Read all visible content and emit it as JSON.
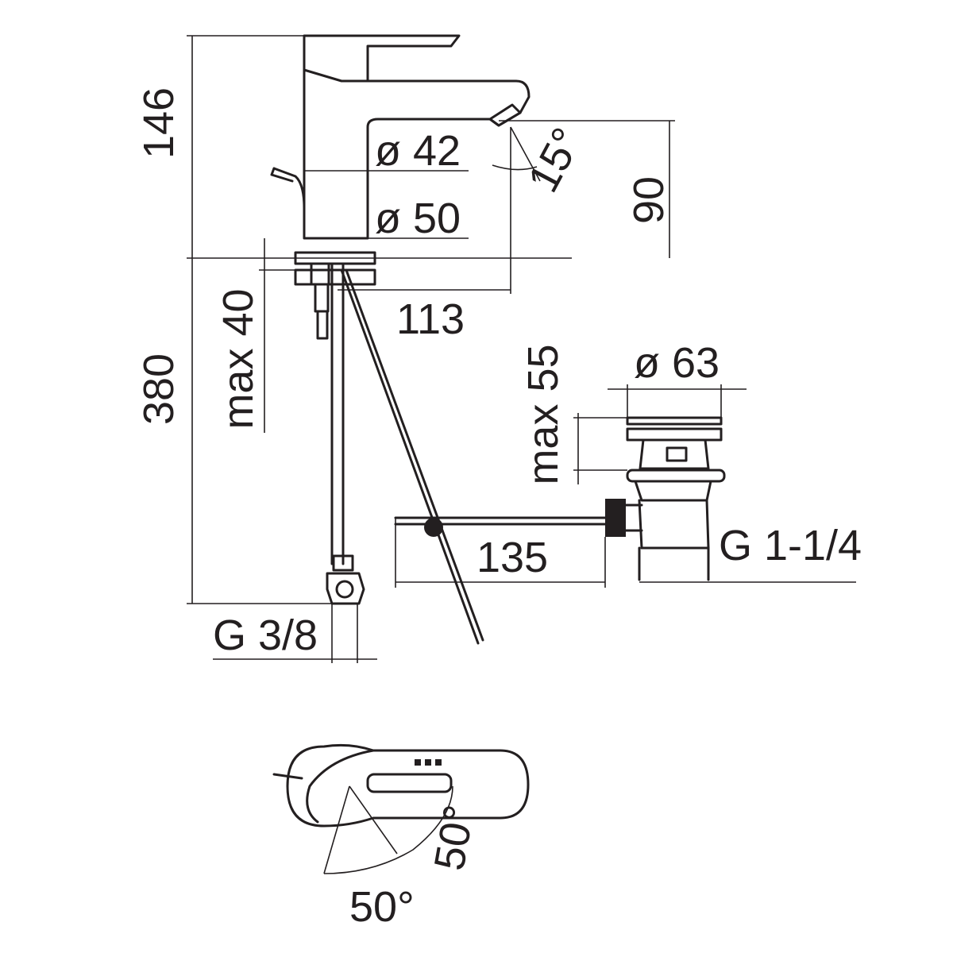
{
  "dimensions": {
    "height_146": "146",
    "dia_42": "ø 42",
    "dia_50": "ø 50",
    "angle_15": "15°",
    "height_90": "90",
    "reach_113": "113",
    "max_40": "max 40",
    "length_380": "380",
    "max_55": "max 55",
    "dia_63": "ø 63",
    "length_135": "135",
    "thread_g114": "G 1-1/4",
    "thread_g38": "G 3/8",
    "angle_50_left": "50°",
    "angle_50_right": "50°"
  }
}
